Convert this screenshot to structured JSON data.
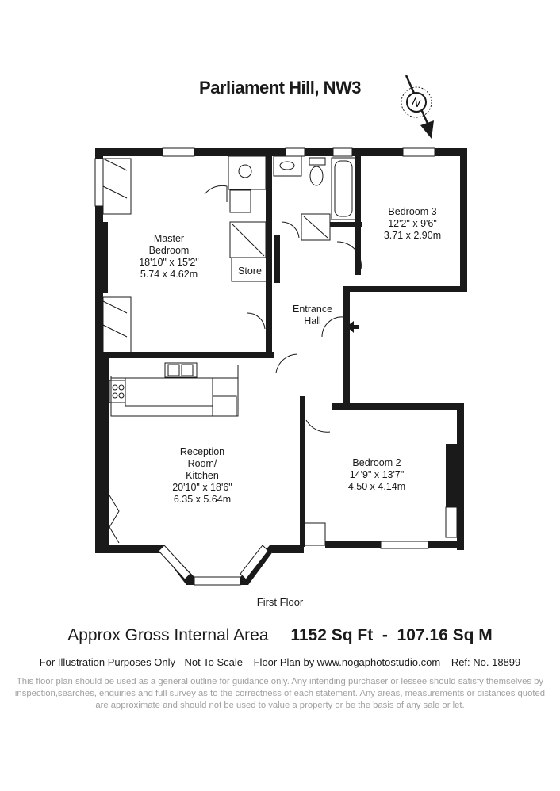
{
  "title": "Parliament Hill, NW3",
  "compass": {
    "letter": "N",
    "icon": "north-arrow-icon"
  },
  "rooms": {
    "master_bedroom": [
      "Master",
      "Bedroom",
      "18'10\" x 15'2\"",
      "5.74 x 4.62m"
    ],
    "store": "Store",
    "bedroom3": [
      "Bedroom 3",
      "12'2\" x 9'6\"",
      "3.71 x 2.90m"
    ],
    "entrance_hall": [
      "Entrance",
      "Hall"
    ],
    "reception": [
      "Reception",
      "Room/",
      "Kitchen",
      "20'10\" x 18'6\"",
      "6.35 x 5.64m"
    ],
    "bedroom2": [
      "Bedroom 2",
      "14'9\" x 13'7\"",
      "4.50 x 4.14m"
    ]
  },
  "floor_label": "First Floor",
  "area": {
    "label": "Approx Gross Internal Area",
    "value": "1152 Sq Ft  -  107.16 Sq M"
  },
  "info": {
    "illustration": "For Illustration Purposes Only - Not To Scale",
    "credit": "Floor Plan by www.nogaphotostudio.com",
    "ref": "Ref: No. 18899"
  },
  "disclaimer": "This floor plan should be used as a general outline for guidance only. Any intending purchaser or lessee should satisfy themselves by inspection,searches, enquiries and full survey as to the correctness of each statement. Any areas, measurements or distances quoted are approximate and should not be used to value a property or be the basis of any sale or let.",
  "colors": {
    "wall": "#1a1a1a",
    "text": "#1a1a1a",
    "disclaimer": "#a0a0a0"
  }
}
